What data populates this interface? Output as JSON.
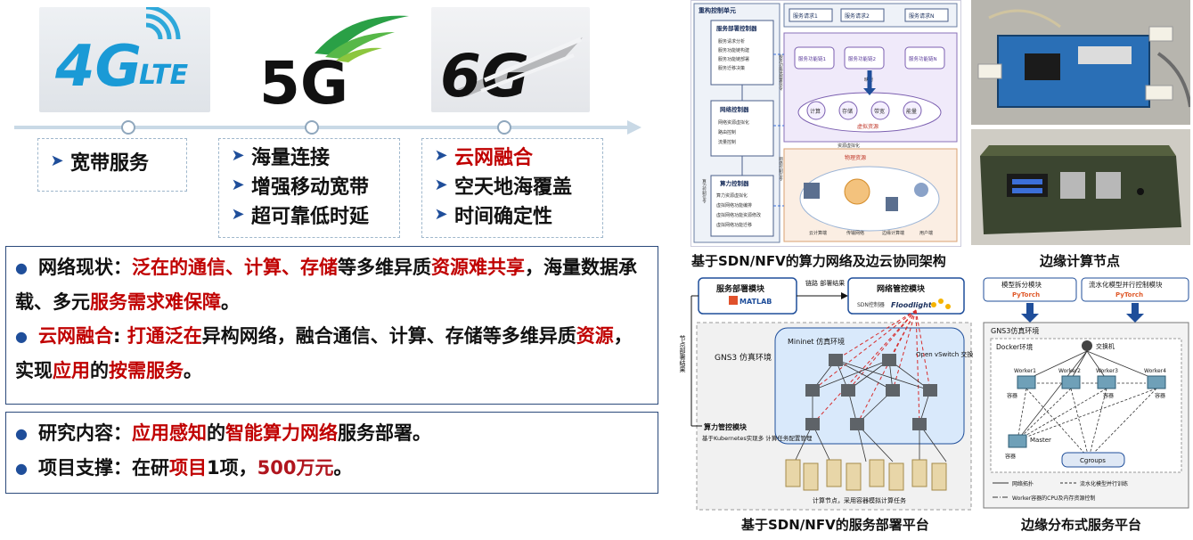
{
  "logos": {
    "g4": {
      "main": "4G",
      "sub": "LTE"
    },
    "g5": {
      "main": "5G"
    },
    "g6": {
      "main": "6G"
    }
  },
  "generations": {
    "g4": [
      "宽带服务"
    ],
    "g5": [
      "海量连接",
      "增强移动宽带",
      "超可靠低时延"
    ],
    "g6": [
      "云网融合",
      "空天地海覆盖",
      "时间确定性"
    ]
  },
  "status": {
    "p1": {
      "a": "网络现状：",
      "b": "泛在的通信、计算、存储",
      "c": "等多维异质",
      "d": "资源难共享",
      "e": "，海量数据承载、多元",
      "f": "服务需求难保障",
      "g": "。"
    },
    "p2": {
      "a": "云网融合",
      "b": ": ",
      "c": "打通泛在",
      "d": "异构网络，融合通信、计算、存储等多维异质",
      "e": "资源",
      "f": "，实现",
      "g": "应用",
      "h": "的",
      "i": "按需服务",
      "j": "。"
    }
  },
  "research": {
    "p1": {
      "a": "研究内容：",
      "b": "应用感知",
      "c": "的",
      "d": "智能算力网络",
      "e": "服务部署。"
    },
    "p2": {
      "a": "项目支撑：在研",
      "b": "项目",
      "c": "1项，",
      "d": "500万元",
      "e": "。"
    }
  },
  "arch": {
    "caption": "基于SDN/NFV的算力网络及边云协同架构",
    "title": "重构控制单元",
    "ctrl1": {
      "title": "服务部署控制器",
      "items": [
        "服务请求分析",
        "服务功能链构建",
        "服务功能链部署",
        "服务迁移决策"
      ]
    },
    "ctrl2": {
      "title": "网络控制器",
      "items": [
        "网络资源虚拟化",
        "路由控制",
        "流量控制"
      ]
    },
    "ctrl3": {
      "title": "算力控制器",
      "items": [
        "算力资源虚拟化",
        "虚拟网络功能编排",
        "虚拟网络功能资源修改",
        "虚拟网络功能迁移"
      ]
    },
    "requests": [
      "服务请求1",
      "服务请求2",
      "服务请求N"
    ],
    "funcs": [
      "服务功能链1",
      "服务功能链2",
      "服务功能链N"
    ],
    "resources": [
      "计算",
      "存储",
      "带宽",
      "能量"
    ],
    "virtual_label": "虚拟资源",
    "physical_label": "物理资源",
    "mapping_label": "映射",
    "resource_virtualization": "资源虚拟化",
    "physical_nodes": [
      "云计算端",
      "传输网络",
      "边缘计算端",
      "用户端"
    ],
    "side_labels": [
      "服务功能链部署信令",
      "网络控制信令",
      "算力控制信令"
    ]
  },
  "edge_node": {
    "caption": "边缘计算节点"
  },
  "platform": {
    "caption": "基于SDN/NFV的服务部署平台",
    "deploy_module": "服务部署模块",
    "matlab": "MATLAB",
    "link_result": "链路\n部署结果",
    "net_module": "网络管控模块",
    "sdn_label": "SDN控制器",
    "floodlight": "Floodlight",
    "node_result": "节点部署结果",
    "gns3": "GNS3\n仿真环境",
    "mininet": "Mininet\n仿真环境",
    "ovs": "Open vSwitch\n交换机",
    "compute_module": "算力管控模块",
    "k8s": "基于Kubernetes实现多\n计算任务配置管理",
    "nodes_label": "计算节点，采用容器模拟计算任务"
  },
  "edge_platform": {
    "caption": "边缘分布式服务平台",
    "split_module": "模型拆分模块",
    "parallel_module": "流水化模型并行控制模块",
    "pytorch": "PyTorch",
    "gns3": "GNS3仿真环境",
    "docker": "Docker环境",
    "switch": "交换机",
    "workers": [
      "Worker1",
      "Worker2",
      "Worker3",
      "Worker4"
    ],
    "container": "容器",
    "master": "Master",
    "cgroups": "Cgroups",
    "legend": [
      "网络拓扑",
      "流水化模型并行训练",
      "Worker容器的CPU及内存资源控制"
    ]
  },
  "colors": {
    "accent": "#1f4e9a",
    "red": "#c00000",
    "panel": "#2b4a7b"
  }
}
